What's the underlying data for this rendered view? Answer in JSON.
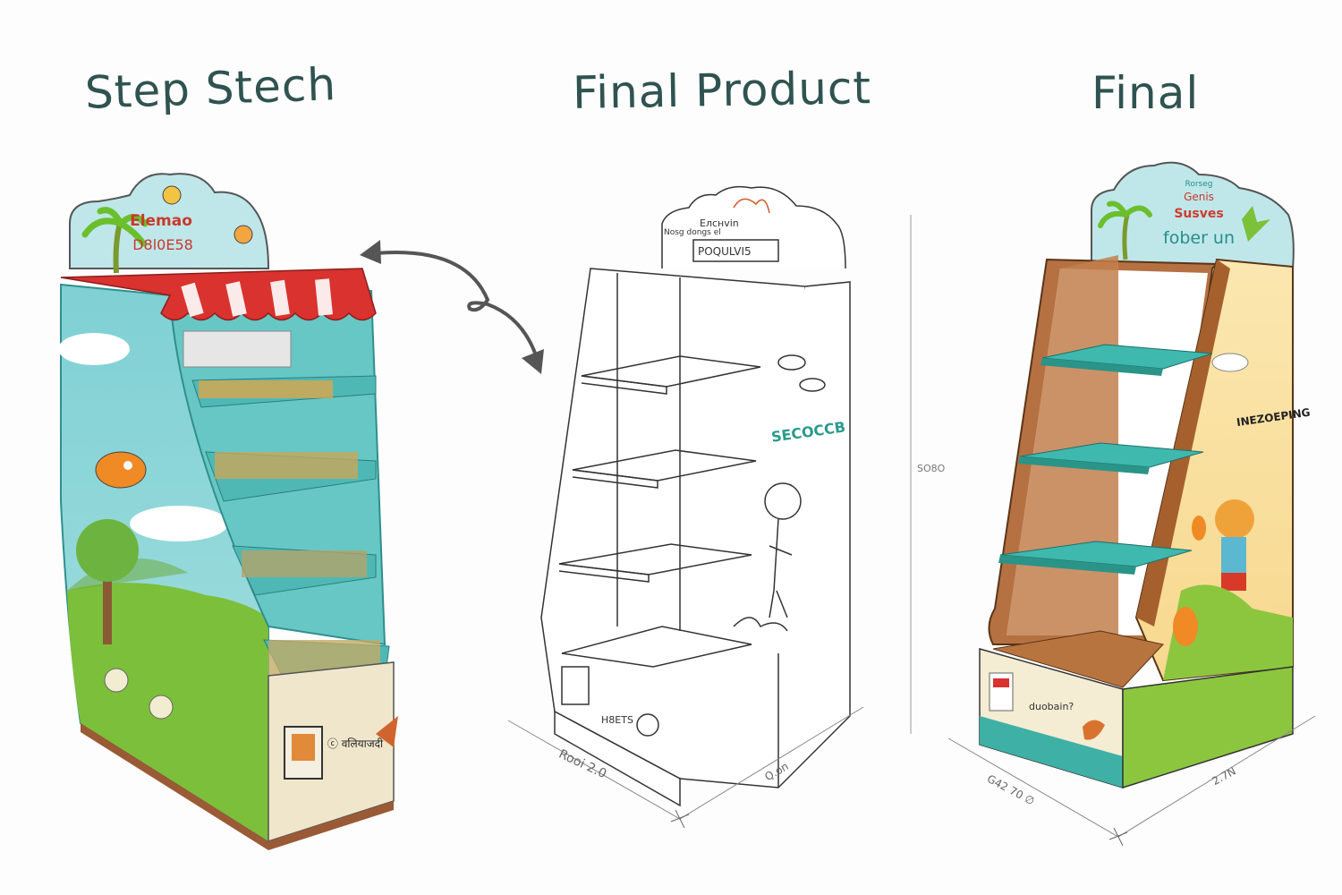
{
  "titles": {
    "left": "Step Stech",
    "middle": "Final Product",
    "right": "Final"
  },
  "left_display": {
    "header_line1": "Elemao",
    "header_line2": "D8l0E58",
    "base_label": "ⓒ वलियाजदी",
    "colors": {
      "teal": "#5cc3c0",
      "red": "#d9322f",
      "grass": "#7cbf3a",
      "base": "#efe6cc",
      "bottom": "#9a5a36"
    }
  },
  "middle_display": {
    "header_line1": "Eлснvin",
    "header_line2": "POQULVI5",
    "header_side_note": "Nosg dongs el",
    "side_label": "SECOCCB",
    "base_label": "H8ETS",
    "dimension_height": "SO8O",
    "dimension_left": "Rooi 2.0",
    "dimension_right": "Q.on"
  },
  "right_display": {
    "header_line1": "Rorseg",
    "header_line2": "Genis",
    "header_line3": "Susves",
    "header_line4": "fober un",
    "side_label": "INEZOEPING",
    "base_label": "duobain?",
    "dimension_left": "G42 70 ∅",
    "dimension_right": "2.7N",
    "colors": {
      "wood": "#b57142",
      "teal": "#3fb8ae",
      "cream": "#fbe3a6",
      "grass": "#8cc63f"
    }
  },
  "arrow": {
    "type": "double-headed curved arrow with loop"
  }
}
